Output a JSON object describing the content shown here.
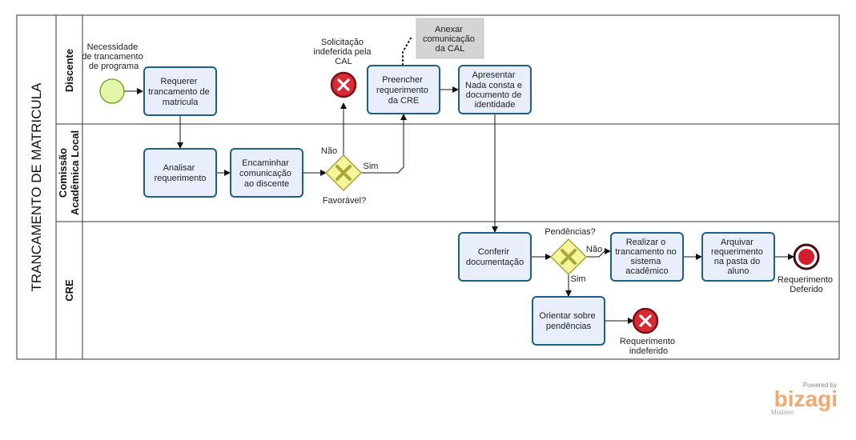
{
  "pool": {
    "title": "TRANCAMENTO DE MATRICULA"
  },
  "lanes": {
    "discente": "Discente",
    "comissao": [
      "Comissão",
      "Acadêmica Local"
    ],
    "cre": "CRE"
  },
  "tasks": {
    "requerer": [
      "Requerer",
      "trancamento de",
      "matricula"
    ],
    "analisar": [
      "Analisar",
      "requerimento"
    ],
    "encaminhar": [
      "Encaminhar",
      "comunicação",
      "ao discente"
    ],
    "preencher": [
      "Preencher",
      "requerimento",
      "da CRE"
    ],
    "apresentar": [
      "Apresentar",
      "Nada consta e",
      "documento de",
      "identidade"
    ],
    "conferir": [
      "Conferir",
      "documentação"
    ],
    "realizar": [
      "Realizar o",
      "trancamento no",
      "sistema",
      "acadêmico"
    ],
    "arquivar": [
      "Arquivar",
      "requerimento",
      "na pasta do",
      "aluno"
    ],
    "orientar": [
      "Orientar sobre",
      "pendências"
    ]
  },
  "artifact": {
    "anexar": [
      "Anexar",
      "comunicação",
      "da CAL"
    ]
  },
  "events": {
    "start_label": [
      "Necessidade",
      "de trancamento",
      "de programa"
    ],
    "indeferida_cal": [
      "Solicitação",
      "indeferida pela",
      "CAL"
    ],
    "deferido": [
      "Requerimento",
      "Deferido"
    ],
    "indeferido": [
      "Requerimento",
      "indeferido"
    ]
  },
  "gateways": {
    "favoravel": "Favorável?",
    "pendencias": "Pendências?"
  },
  "flow_labels": {
    "nao1": "Não",
    "sim1": "Sim",
    "nao2": "Não",
    "sim2": "Sim"
  },
  "brand": {
    "powered": "Powered by",
    "name": "bizagi",
    "product": "Modeler"
  },
  "colors": {
    "task_fill": "#e8eefc",
    "task_stroke": "#1f5f86",
    "gateway_fill": "#f5f59a",
    "gateway_stroke": "#a6a63a",
    "start_fill": "#e4f7a8",
    "start_stroke": "#6b9e1f",
    "end_fill": "#d21e2a",
    "cancel_fill": "#d92a34",
    "artifact_fill": "#d4d4d4",
    "brand_orange": "#f0a96e"
  }
}
